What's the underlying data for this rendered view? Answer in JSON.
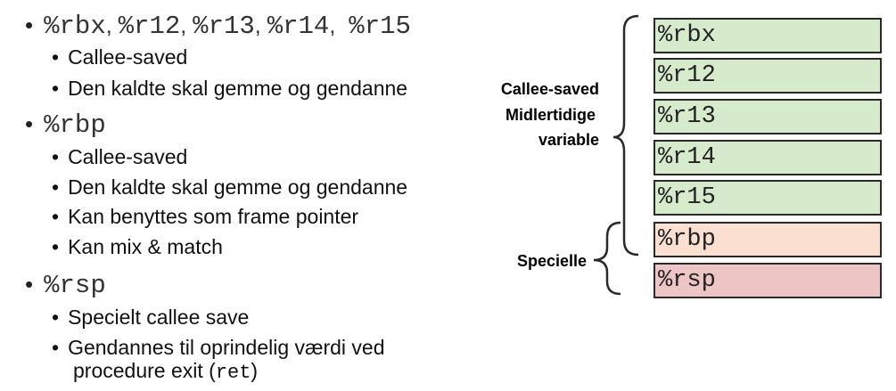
{
  "left": {
    "rbx_group": {
      "regs": [
        "%rbx",
        "%r12",
        "%r13",
        "%r14",
        "%r15"
      ],
      "items": [
        "Callee-saved",
        "Den kaldte skal gemme og gendanne"
      ]
    },
    "rbp_group": {
      "title": "%rbp",
      "items": [
        "Callee-saved",
        "Den kaldte skal gemme og gendanne",
        "Kan benyttes som frame pointer",
        "Kan mix & match"
      ]
    },
    "rsp_group": {
      "title": "%rsp",
      "items": [
        "Specielt callee save"
      ],
      "last_line1": "Gendannes til oprindelig værdi ved",
      "last_line2": "procedure exit (",
      "last_code": "ret",
      "last_close": ")"
    }
  },
  "labels": {
    "callee_saved": "Callee-saved",
    "temp": "Midlertidige",
    "variable": "variable",
    "special": "Specielle"
  },
  "registers": [
    {
      "name": "%rbx",
      "color": "#d6ebcc"
    },
    {
      "name": "%r12",
      "color": "#d6ebcc"
    },
    {
      "name": "%r13",
      "color": "#d6ebcc"
    },
    {
      "name": "%r14",
      "color": "#d6ebcc"
    },
    {
      "name": "%r15",
      "color": "#d6ebcc"
    },
    {
      "name": "%rbp",
      "color": "#fbe0d2"
    },
    {
      "name": "%rsp",
      "color": "#eec5c5"
    }
  ],
  "bullet": "•"
}
